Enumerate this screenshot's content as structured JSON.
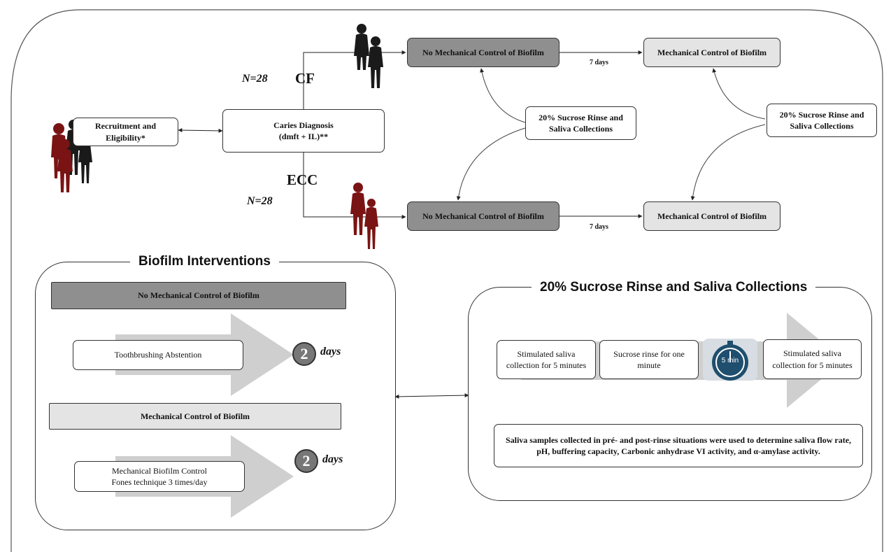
{
  "flow": {
    "recruitment": "Recruitment and Eligibility*",
    "diagnosis_line1": "Caries Diagnosis",
    "diagnosis_line2": "(dmft + IL)**",
    "cf_label": "CF",
    "ecc_label": "ECC",
    "n_cf": "N=28",
    "n_ecc": "N=28",
    "cf_no_mech": "No Mechanical Control of Biofilm",
    "cf_mech": "Mechanical Control of Biofilm",
    "ecc_no_mech": "No Mechanical Control of Biofilm",
    "ecc_mech": "Mechanical Control of Biofilm",
    "rinse_1": "20% Sucrose Rinse and Saliva Collections",
    "rinse_2": "20% Sucrose Rinse and Saliva Collections",
    "days_top": "7 days",
    "days_bottom": "7 days"
  },
  "biofilm_panel": {
    "title": "Biofilm Interventions",
    "no_mech_header": "No Mechanical Control of Biofilm",
    "abstention": "Toothbrushing Abstention",
    "days_num_1": "2",
    "days_word_1": "days",
    "mech_header": "Mechanical Control of Biofilm",
    "mech_line1": "Mechanical Biofilm Control",
    "mech_line2": "Fones technique 3 times/day",
    "days_num_2": "2",
    "days_word_2": "days"
  },
  "rinse_panel": {
    "title": "20% Sucrose Rinse and Saliva Collections",
    "step1": "Stimulated saliva collection for 5 minutes",
    "step2": "Sucrose rinse for one minute",
    "timer_label": "5 min",
    "step3": "Stimulated saliva collection for 5 minutes",
    "note": "Saliva samples collected in pré- and post-rinse situations were used to determine saliva flow rate, pH, buffering capacity, Carbonic anhydrase VI activity, and α-amylase activity."
  },
  "colors": {
    "dark_box": "#8f8f8f",
    "light_box": "#e4e4e4",
    "arrow_gray": "#cfcfcf",
    "figure_black": "#1a1a1a",
    "figure_red": "#7a1414",
    "timer_blue": "#1f4e6e"
  }
}
